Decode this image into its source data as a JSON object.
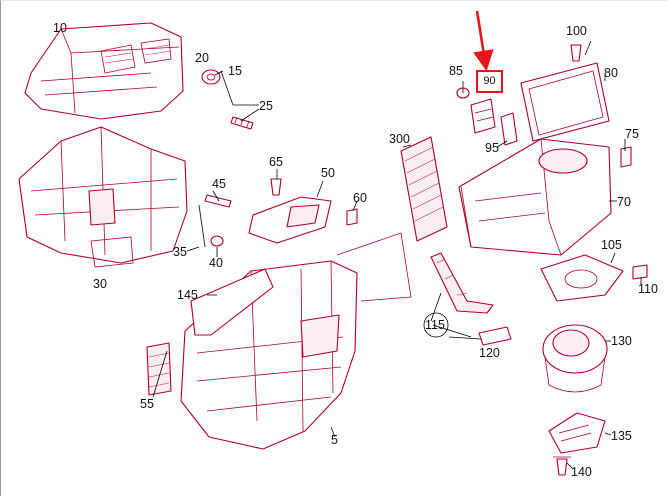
{
  "diagram": {
    "callouts": {
      "c5": "5",
      "c10": "10",
      "c15": "15",
      "c20": "20",
      "c25": "25",
      "c30": "30",
      "c35": "35",
      "c40": "40",
      "c45": "45",
      "c50": "50",
      "c55": "55",
      "c60": "60",
      "c65": "65",
      "c70": "70",
      "c75": "75",
      "c80": "80",
      "c85": "85",
      "c90": "90",
      "c95": "95",
      "c100": "100",
      "c105": "105",
      "c110": "110",
      "c115": "115",
      "c120": "120",
      "c130": "130",
      "c135": "135",
      "c140": "140",
      "c145": "145",
      "c300": "300"
    },
    "highlight": {
      "part": "90",
      "color": "#e8141c"
    },
    "line_color": "#b0002a"
  }
}
